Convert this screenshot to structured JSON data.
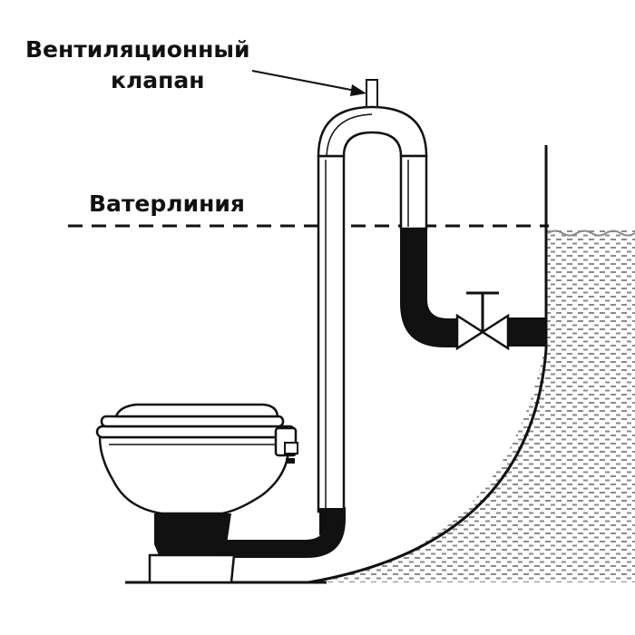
{
  "labels": {
    "vent_valve_line1": "Вентиляционный",
    "vent_valve_line2": "клапан",
    "waterline": "Ватерлиния"
  },
  "colors": {
    "ink": "#111111",
    "water_dot": "#8a8a8a",
    "background": "#ffffff"
  }
}
